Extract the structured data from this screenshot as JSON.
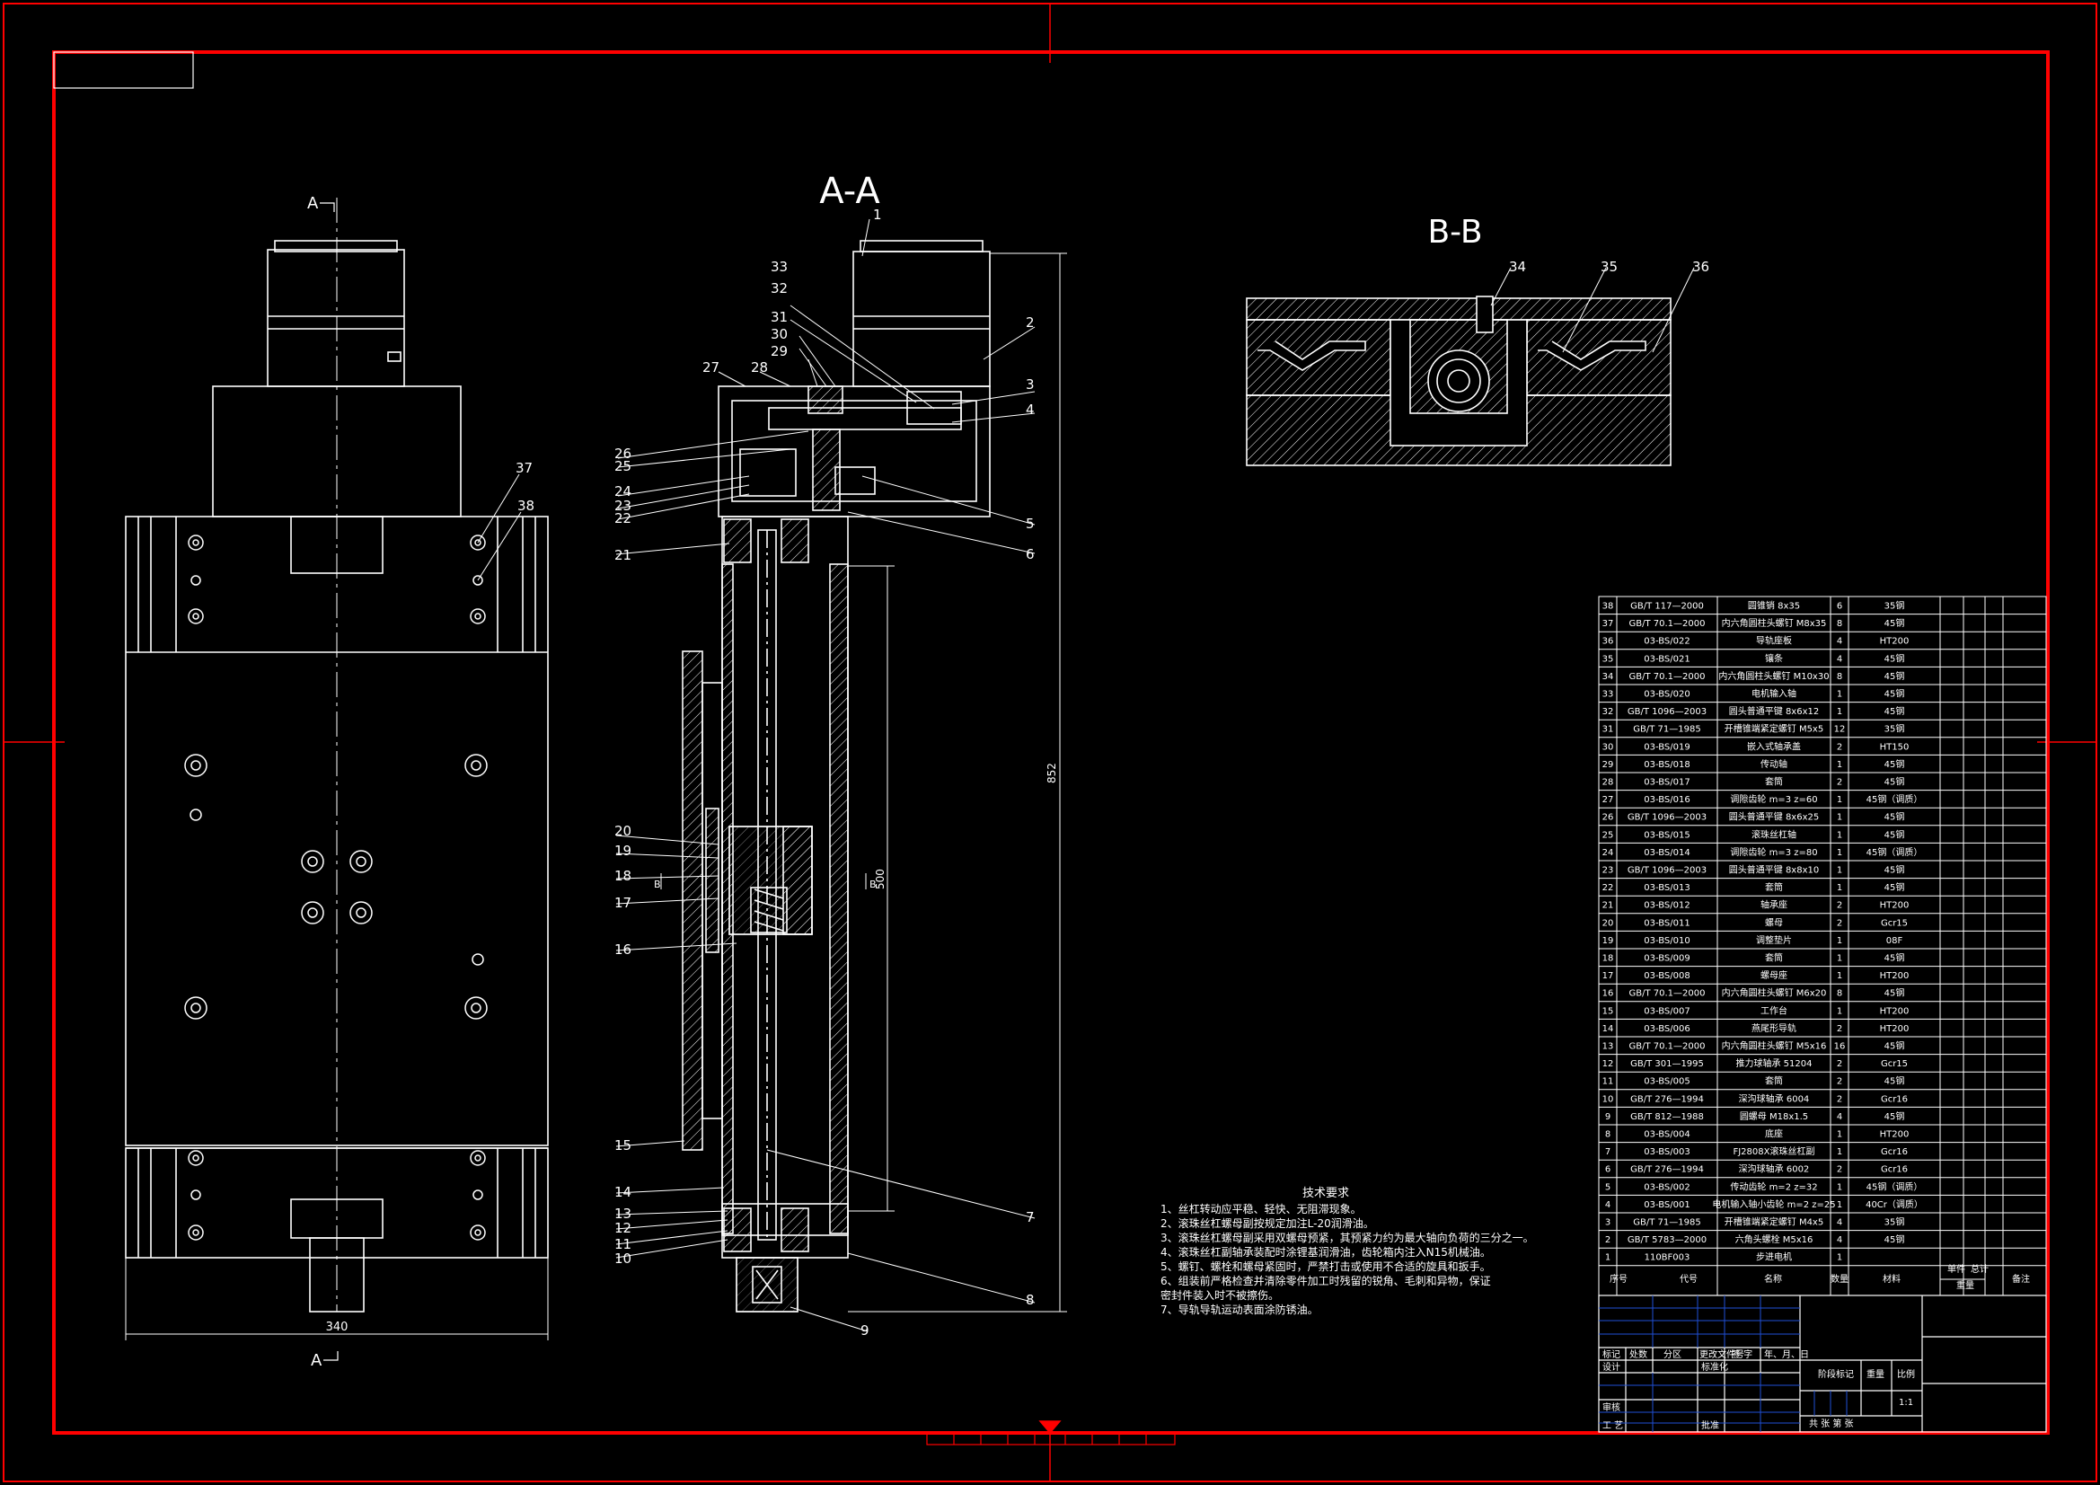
{
  "views": {
    "section_aa": "A-A",
    "section_bb": "B-B",
    "arrow_a_top": "A",
    "arrow_a_bottom": "A",
    "section_mark_left": "B",
    "section_mark_right": "B"
  },
  "dimensions": {
    "width": "340",
    "total_height": "852",
    "travel": "500"
  },
  "callouts_aa": [
    "1",
    "2",
    "3",
    "4",
    "5",
    "6",
    "7",
    "8",
    "9",
    "10",
    "11",
    "12",
    "13",
    "14",
    "15",
    "16",
    "17",
    "18",
    "19",
    "20",
    "21",
    "22",
    "23",
    "24",
    "25",
    "26",
    "27",
    "28",
    "29",
    "30",
    "31",
    "32",
    "33"
  ],
  "callouts_bb": [
    "34",
    "35",
    "36"
  ],
  "callouts_front": [
    "37",
    "38"
  ],
  "tech_requirements": {
    "title": "技术要求",
    "items": [
      "1、丝杠转动应平稳、轻快、无阻滞现象。",
      "2、滚珠丝杠螺母副按规定加注L-20润滑油。",
      "3、滚珠丝杠螺母副采用双螺母预紧，其预紧力约为最大轴向负荷的三分之一。",
      "4、滚珠丝杠副轴承装配时涂锂基润滑油，齿轮箱内注入N15机械油。",
      "5、螺钉、螺栓和螺母紧固时，严禁打击或使用不合适的旋具和扳手。",
      "6、组装前严格检查并清除零件加工时残留的锐角、毛刺和异物，保证",
      "密封件装入时不被擦伤。",
      "7、导轨导轨运动表面涂防锈油。"
    ]
  },
  "bom": {
    "headers": {
      "no": "序号",
      "code": "代号",
      "name": "名称",
      "qty": "数量",
      "material": "材料",
      "single": "单件",
      "total": "总计",
      "weight": "重量",
      "remark": "备注"
    },
    "rows": [
      {
        "no": "38",
        "code": "GB/T 117—2000",
        "name": "圆锥销 8x35",
        "qty": "6",
        "mat": "35钢"
      },
      {
        "no": "37",
        "code": "GB/T 70.1—2000",
        "name": "内六角圆柱头螺钉 M8x35",
        "qty": "8",
        "mat": "45钢"
      },
      {
        "no": "36",
        "code": "03-BS/022",
        "name": "导轨座板",
        "qty": "4",
        "mat": "HT200"
      },
      {
        "no": "35",
        "code": "03-BS/021",
        "name": "镶条",
        "qty": "4",
        "mat": "45钢"
      },
      {
        "no": "34",
        "code": "GB/T 70.1—2000",
        "name": "内六角圆柱头螺钉 M10x30",
        "qty": "8",
        "mat": "45钢"
      },
      {
        "no": "33",
        "code": "03-BS/020",
        "name": "电机输入轴",
        "qty": "1",
        "mat": "45钢"
      },
      {
        "no": "32",
        "code": "GB/T 1096—2003",
        "name": "圆头普通平键 8x6x12",
        "qty": "1",
        "mat": "45钢"
      },
      {
        "no": "31",
        "code": "GB/T 71—1985",
        "name": "开槽锥端紧定螺钉 M5x5",
        "qty": "12",
        "mat": "35钢"
      },
      {
        "no": "30",
        "code": "03-BS/019",
        "name": "嵌入式轴承盖",
        "qty": "2",
        "mat": "HT150"
      },
      {
        "no": "29",
        "code": "03-BS/018",
        "name": "传动轴",
        "qty": "1",
        "mat": "45钢"
      },
      {
        "no": "28",
        "code": "03-BS/017",
        "name": "套筒",
        "qty": "2",
        "mat": "45钢"
      },
      {
        "no": "27",
        "code": "03-BS/016",
        "name": "调隙齿轮 m=3 z=60",
        "qty": "1",
        "mat": "45钢（调质）"
      },
      {
        "no": "26",
        "code": "GB/T 1096—2003",
        "name": "圆头普通平键 8x6x25",
        "qty": "1",
        "mat": "45钢"
      },
      {
        "no": "25",
        "code": "03-BS/015",
        "name": "滚珠丝杠轴",
        "qty": "1",
        "mat": "45钢"
      },
      {
        "no": "24",
        "code": "03-BS/014",
        "name": "调隙齿轮 m=3 z=80",
        "qty": "1",
        "mat": "45钢（调质）"
      },
      {
        "no": "23",
        "code": "GB/T 1096—2003",
        "name": "圆头普通平键 8x8x10",
        "qty": "1",
        "mat": "45钢"
      },
      {
        "no": "22",
        "code": "03-BS/013",
        "name": "套筒",
        "qty": "1",
        "mat": "45钢"
      },
      {
        "no": "21",
        "code": "03-BS/012",
        "name": "轴承座",
        "qty": "2",
        "mat": "HT200"
      },
      {
        "no": "20",
        "code": "03-BS/011",
        "name": "螺母",
        "qty": "2",
        "mat": "Gcr15"
      },
      {
        "no": "19",
        "code": "03-BS/010",
        "name": "调整垫片",
        "qty": "1",
        "mat": "08F"
      },
      {
        "no": "18",
        "code": "03-BS/009",
        "name": "套筒",
        "qty": "1",
        "mat": "45钢"
      },
      {
        "no": "17",
        "code": "03-BS/008",
        "name": "螺母座",
        "qty": "1",
        "mat": "HT200"
      },
      {
        "no": "16",
        "code": "GB/T 70.1—2000",
        "name": "内六角圆柱头螺钉 M6x20",
        "qty": "8",
        "mat": "45钢"
      },
      {
        "no": "15",
        "code": "03-BS/007",
        "name": "工作台",
        "qty": "1",
        "mat": "HT200"
      },
      {
        "no": "14",
        "code": "03-BS/006",
        "name": "燕尾形导轨",
        "qty": "2",
        "mat": "HT200"
      },
      {
        "no": "13",
        "code": "GB/T 70.1—2000",
        "name": "内六角圆柱头螺钉 M5x16",
        "qty": "16",
        "mat": "45钢"
      },
      {
        "no": "12",
        "code": "GB/T 301—1995",
        "name": "推力球轴承 51204",
        "qty": "2",
        "mat": "Gcr15"
      },
      {
        "no": "11",
        "code": "03-BS/005",
        "name": "套筒",
        "qty": "2",
        "mat": "45钢"
      },
      {
        "no": "10",
        "code": "GB/T 276—1994",
        "name": "深沟球轴承 6004",
        "qty": "2",
        "mat": "Gcr16"
      },
      {
        "no": "9",
        "code": "GB/T 812—1988",
        "name": "圆螺母 M18x1.5",
        "qty": "4",
        "mat": "45钢"
      },
      {
        "no": "8",
        "code": "03-BS/004",
        "name": "底座",
        "qty": "1",
        "mat": "HT200"
      },
      {
        "no": "7",
        "code": "03-BS/003",
        "name": "FJ2808X滚珠丝杠副",
        "qty": "1",
        "mat": "Gcr16"
      },
      {
        "no": "6",
        "code": "GB/T 276—1994",
        "name": "深沟球轴承 6002",
        "qty": "2",
        "mat": "Gcr16"
      },
      {
        "no": "5",
        "code": "03-BS/002",
        "name": "传动齿轮 m=2 z=32",
        "qty": "1",
        "mat": "45钢（调质）"
      },
      {
        "no": "4",
        "code": "03-BS/001",
        "name": "电机输入轴小齿轮 m=2 z=25",
        "qty": "1",
        "mat": "40Cr（调质）"
      },
      {
        "no": "3",
        "code": "GB/T 71—1985",
        "name": "开槽锥端紧定螺钉 M4x5",
        "qty": "4",
        "mat": "35钢"
      },
      {
        "no": "2",
        "code": "GB/T 5783—2000",
        "name": "六角头螺栓 M5x16",
        "qty": "4",
        "mat": "45钢"
      },
      {
        "no": "1",
        "code": "110BF003",
        "name": "步进电机",
        "qty": "1",
        "mat": ""
      }
    ]
  },
  "title_block": {
    "mark": "标记",
    "count": "处数",
    "zone": "分区",
    "change_doc": "更改文件号",
    "sign": "签 字",
    "date": "年、月、日",
    "design": "设计",
    "standard": "标准化",
    "stage": "阶段标记",
    "weight": "重量",
    "scale": "比例",
    "scale_value": "1:1",
    "audit": "审核",
    "process": "工 艺",
    "approve": "批准",
    "sheets": "共  张  第  张"
  },
  "colors": {
    "frame": "#ff0000",
    "lines": "#ffffff",
    "table_blue": "#1f4fd6",
    "background": "#000000"
  }
}
